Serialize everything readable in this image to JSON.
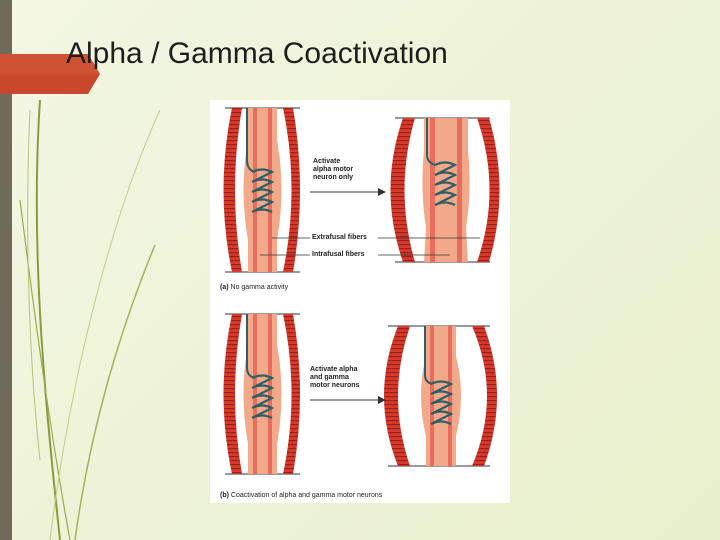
{
  "slide": {
    "title": "Alpha / Gamma Coactivation"
  },
  "figure": {
    "panel_a": {
      "arrow_label": "Activate\nalpha motor\nneuron only",
      "label_extrafusal": "Extrafusal fibers",
      "label_intrafusal": "Intrafusal fibers",
      "caption_letter": "(a)",
      "caption_text": "No gamma activity"
    },
    "panel_b": {
      "arrow_label": "Activate alpha\nand gamma\nmotor neurons",
      "caption_letter": "(b)",
      "caption_text": "Coactivation of alpha and gamma motor neurons"
    }
  },
  "colors": {
    "accent_tab": "#c9482b",
    "muscle_red": "#d53a2c",
    "spindle_pink": "#f2a98a",
    "nerve_teal": "#2f6e78"
  }
}
